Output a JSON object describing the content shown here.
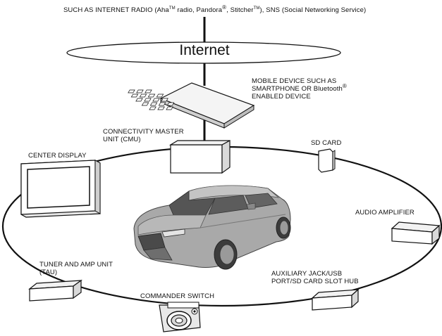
{
  "header": {
    "part1": "SUCH AS INTERNET RADIO (Aha",
    "tm1": "TM",
    "part2": " radio, Pandora",
    "reg": "®",
    "part3": ", Stitcher",
    "tm2": "TM",
    "part4": "), SNS (Social Networking Service)"
  },
  "cloud_label": "Internet",
  "mobile_device_label": {
    "line1": "MOBILE DEVICE SUCH AS",
    "line2": "SMARTPHONE OR Bluetooth",
    "reg": "®",
    "line3": "ENABLED DEVICE"
  },
  "cmu_label": {
    "line1": "CONNECTIVITY MASTER",
    "line2": "UNIT (CMU)"
  },
  "sd_card_label": "SD CARD",
  "center_display_label": "CENTER DISPLAY",
  "audio_amplifier_label": "AUDIO AMPLIFIER",
  "tau_label": {
    "line1": "TUNER AND AMP UNIT",
    "line2": "(TAU)"
  },
  "commander_switch_label": "COMMANDER SWITCH",
  "aux_hub_label": {
    "line1": "AUXILIARY JACK/USB",
    "line2": "PORT/SD CARD SLOT HUB"
  },
  "colors": {
    "line": "#111111",
    "box_face": "#ffffff",
    "box_side": "#d9d9d9",
    "box_top": "#f2f2f2",
    "car_body": "#a9a9a9",
    "car_dark": "#6e6e6e"
  }
}
